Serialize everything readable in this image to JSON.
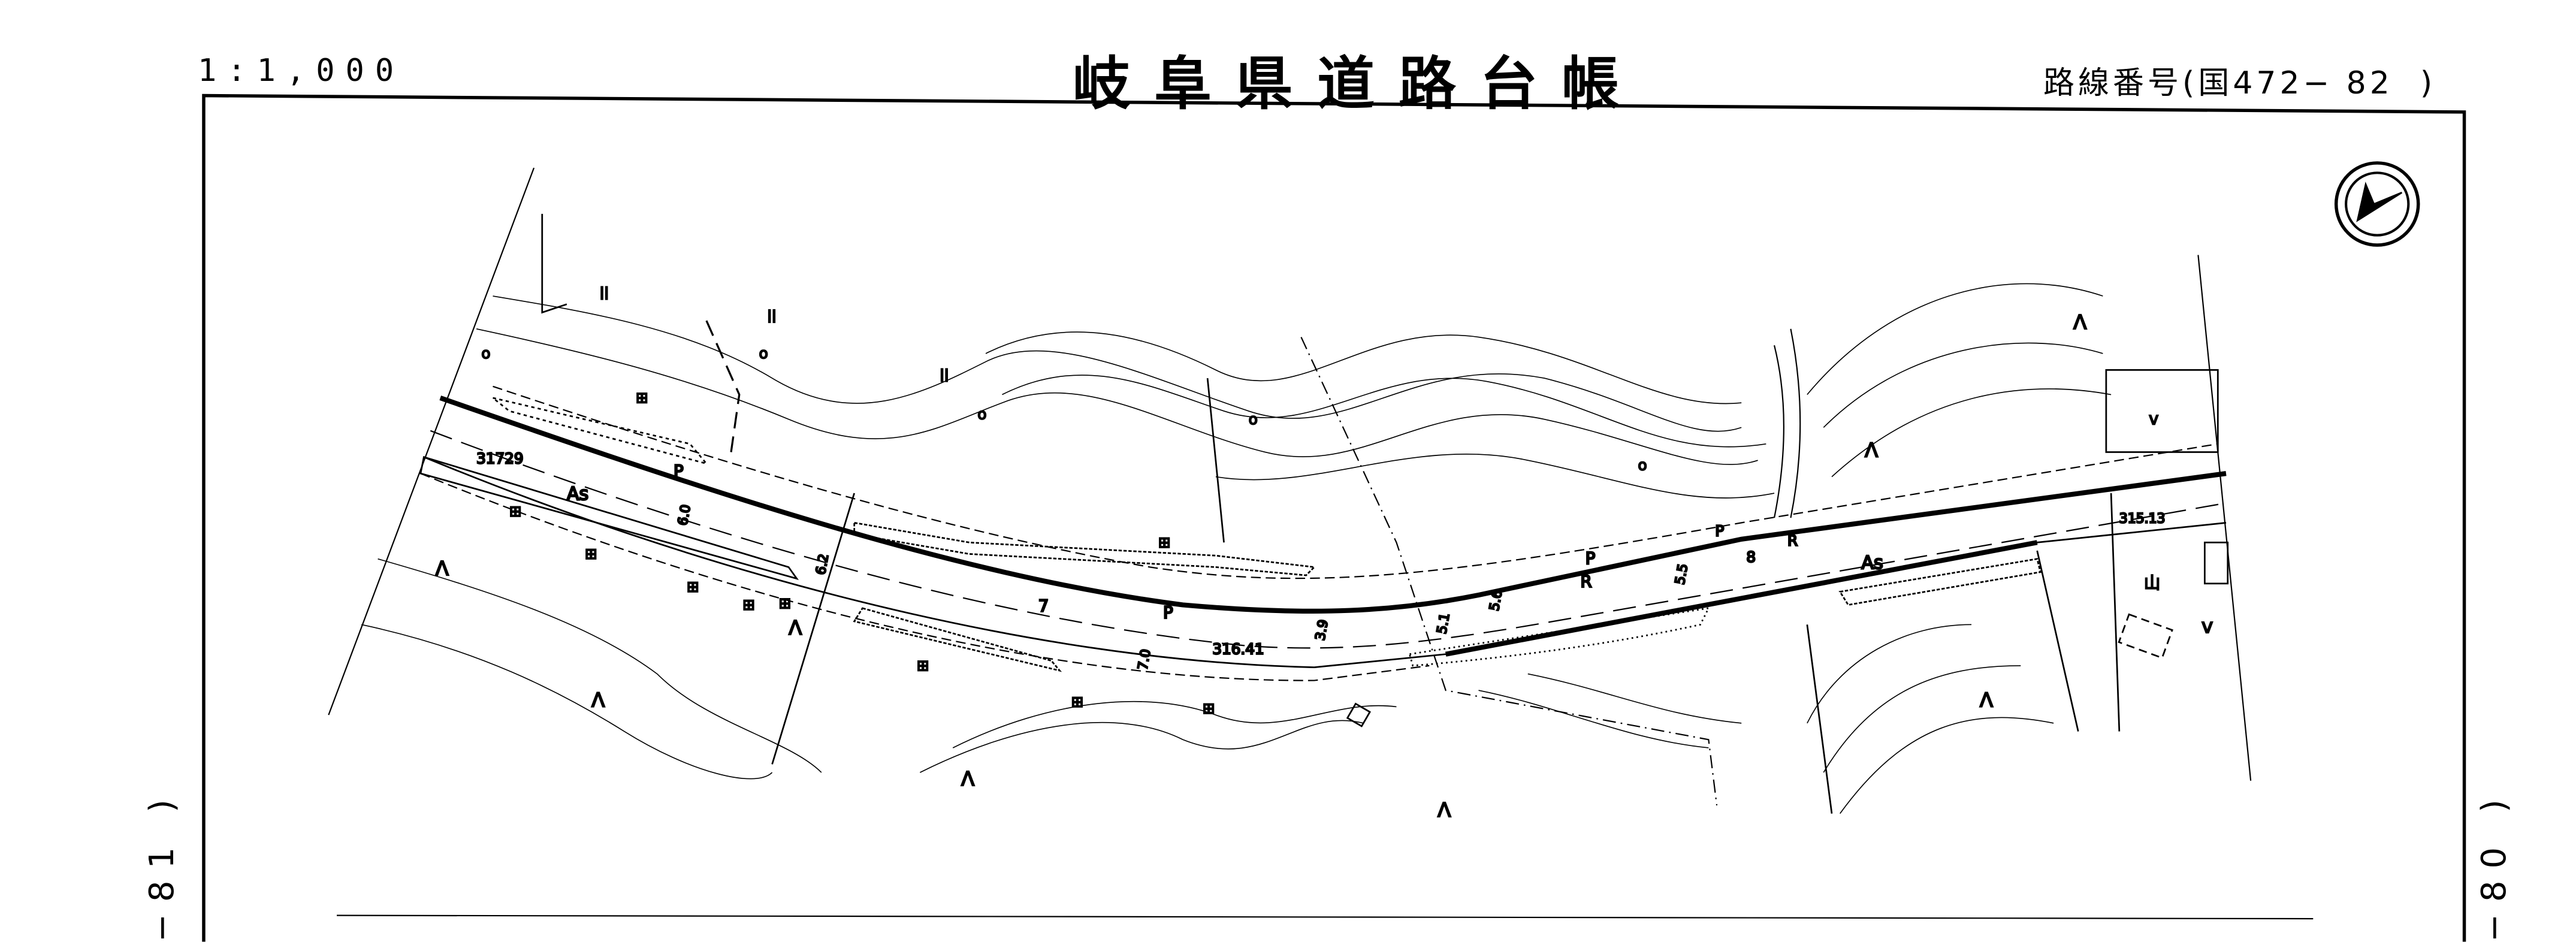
{
  "header": {
    "scale": "1:1,000",
    "title": "岐阜県道路台帳",
    "route_label": "路線番号",
    "route_open": "(",
    "route_prefix": "国",
    "route_number": "472− 82",
    "route_close": ")"
  },
  "sheets": {
    "left": "−81 )",
    "right": "−80 )"
  },
  "map": {
    "labels": [
      "31729",
      "As",
      "P",
      "6.0",
      "6.2",
      "7",
      "P",
      "7.0",
      "316.41",
      "3.9",
      "5.1",
      "5.6",
      "R",
      "P",
      "5.5",
      "P",
      "8",
      "R",
      "As",
      "315.13"
    ]
  }
}
